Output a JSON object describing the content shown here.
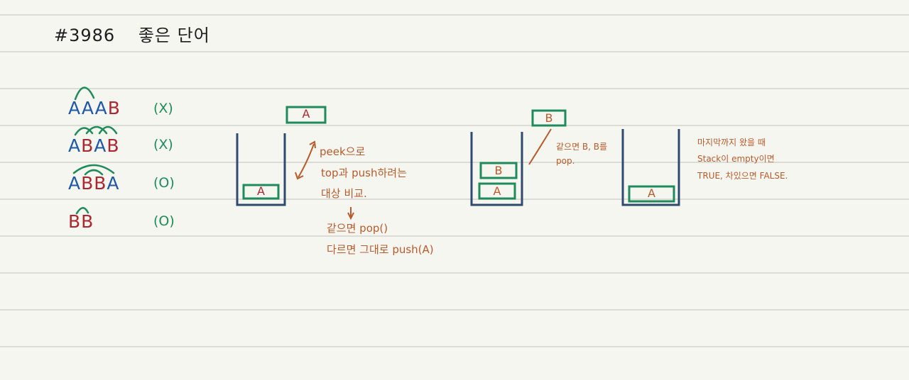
{
  "title": {
    "number": "#3986",
    "text": "좋은 단어"
  },
  "examples": [
    {
      "letters": [
        {
          "ch": "A",
          "color": "blue"
        },
        {
          "ch": "A",
          "color": "blue"
        },
        {
          "ch": "A",
          "color": "blue"
        },
        {
          "ch": "B",
          "color": "red"
        }
      ],
      "result": "(X)"
    },
    {
      "letters": [
        {
          "ch": "A",
          "color": "blue"
        },
        {
          "ch": "B",
          "color": "red"
        },
        {
          "ch": "A",
          "color": "blue"
        },
        {
          "ch": "B",
          "color": "red"
        }
      ],
      "result": "(X)"
    },
    {
      "letters": [
        {
          "ch": "A",
          "color": "blue"
        },
        {
          "ch": "B",
          "color": "red"
        },
        {
          "ch": "B",
          "color": "red"
        },
        {
          "ch": "A",
          "color": "blue"
        }
      ],
      "result": "(O)"
    },
    {
      "letters": [
        {
          "ch": "B",
          "color": "red"
        },
        {
          "ch": "B",
          "color": "red"
        }
      ],
      "result": "(O)"
    }
  ],
  "stack1": {
    "incoming": "A",
    "contents": [
      "A"
    ]
  },
  "note1": {
    "line1": "peek으로",
    "line2": "top과 push하려는",
    "line3": "대상 비교.",
    "line4": "같으면 pop()",
    "line5": "다르면 그대로 push(A)"
  },
  "stack2": {
    "incoming": "B",
    "contents": [
      "A",
      "B"
    ]
  },
  "note2": {
    "line1": "같으면 B, B를",
    "line2": "pop."
  },
  "stack3": {
    "contents": [
      "A"
    ]
  },
  "note3": {
    "line1": "마지막까지 왔을 때",
    "line2": "Stack이 empty이면",
    "line3": "TRUE, 차있으면 FALSE."
  },
  "colors": {
    "blue": "#1f58a8",
    "red": "#b0262f",
    "green": "#1f8a5a",
    "orange": "#b85a2a",
    "stack": "#2e4a6e"
  }
}
